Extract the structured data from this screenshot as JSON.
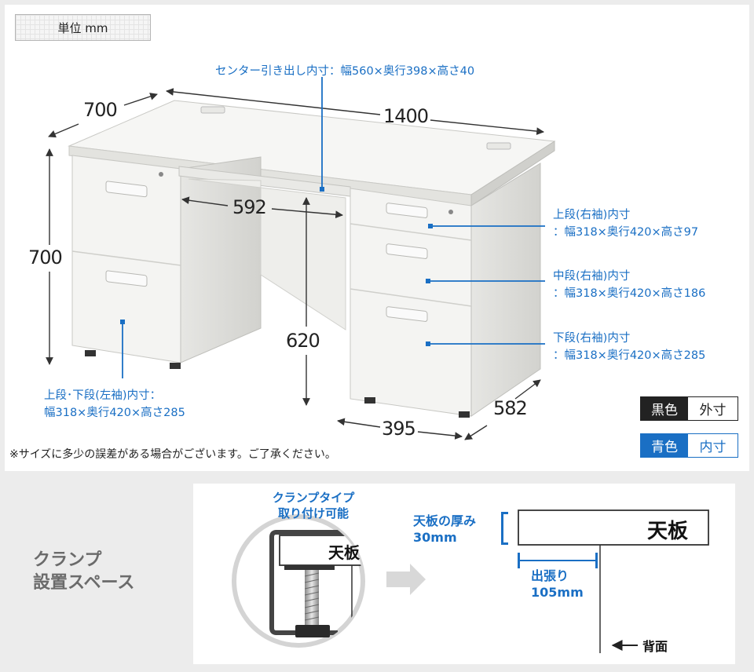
{
  "unit_label": "単位 mm",
  "dimensions": {
    "depth": "700",
    "width": "1400",
    "height": "700",
    "knee_width": "592",
    "knee_height": "620",
    "pedestal_width": "395",
    "pedestal_depth": "582"
  },
  "callouts": {
    "center_drawer": "センター引き出し内寸：幅560×奥行398×高さ40",
    "right_upper_title": "上段(右袖)内寸",
    "right_upper_value": "：幅318×奥行420×高さ97",
    "right_middle_title": "中段(右袖)内寸",
    "right_middle_value": "：幅318×奥行420×高さ186",
    "right_lower_title": "下段(右袖)内寸",
    "right_lower_value": "：幅318×奥行420×高さ285",
    "left_title": "上段･下段(左袖)内寸：",
    "left_value": "幅318×奥行420×高さ285"
  },
  "note": "※サイズに多少の誤差がある場合がございます。ご了承ください。",
  "legend": {
    "black_label": "黒色",
    "black_value": "外寸",
    "blue_label": "青色",
    "blue_value": "内寸"
  },
  "clamp": {
    "section_title_line1": "クランプ",
    "section_title_line2": "設置スペース",
    "type_line1": "クランプタイプ",
    "type_line2": "取り付け可能",
    "top_board": "天板",
    "thickness_label": "天板の厚み",
    "thickness_value": "30mm",
    "overhang_label": "出張り",
    "overhang_value": "105mm",
    "back_label": "背面"
  },
  "colors": {
    "blue": "#1a6fc4",
    "dark": "#222222",
    "desk_white": "#f4f4f2",
    "desk_shadow": "#dcdcd8"
  }
}
